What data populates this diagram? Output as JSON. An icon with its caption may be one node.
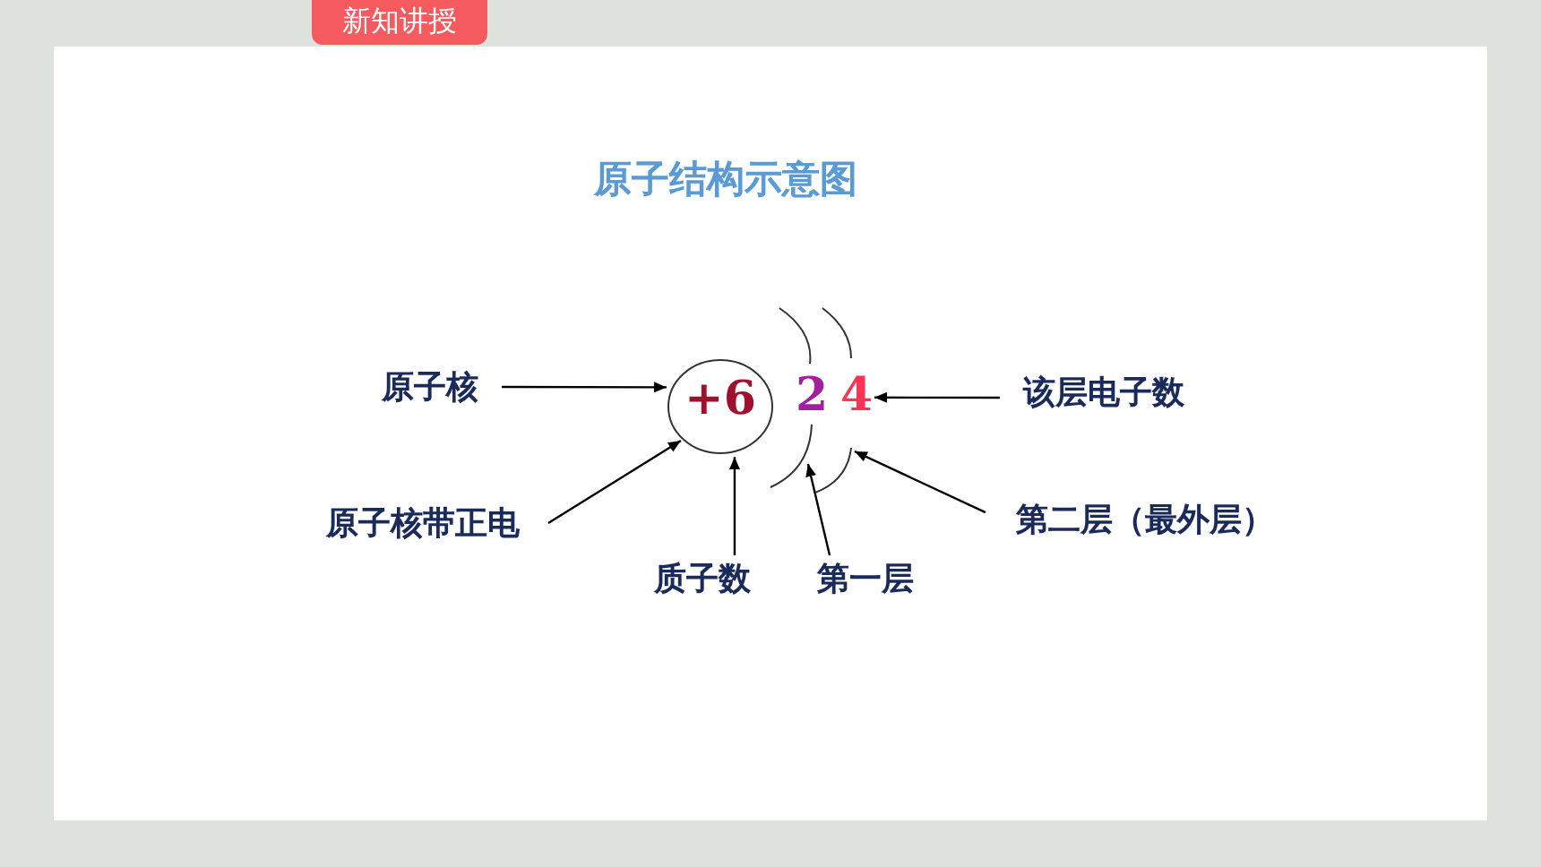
{
  "diagram": {
    "title": "原子结构示意图",
    "nodes": [
      {
        "text": [
          "新知讲授"
        ]
      },
      {
        "text": [
          "原子核"
        ]
      },
      {
        "text": [
          "+6"
        ]
      },
      {
        "text": [
          "原子核带正电"
        ]
      },
      {
        "text": [
          "质子数"
        ]
      },
      {
        "text": [],
        "shape": "arc"
      },
      {
        "text": [],
        "shape": "arc"
      },
      {
        "text": [
          "4"
        ]
      },
      {
        "text": [
          "该层电子数"
        ]
      },
      {
        "text": [
          "第一层"
        ]
      },
      {
        "text": [
          "第二层（最外层）"
        ]
      }
    ],
    "edges": [
      {
        "from": 1,
        "to": 2,
        "arrow": "to"
      },
      {
        "from": 3,
        "to": 2,
        "arrow": "to"
      },
      {
        "from": 4,
        "to": 2,
        "arrow": "to"
      },
      {
        "from": 8,
        "to": 7,
        "arrow": "to"
      },
      {
        "from": 9,
        "to": 5,
        "arrow": "to"
      },
      {
        "from": 10,
        "to": 6,
        "arrow": "to"
      }
    ],
    "labels": [
      "2"
    ]
  }
}
